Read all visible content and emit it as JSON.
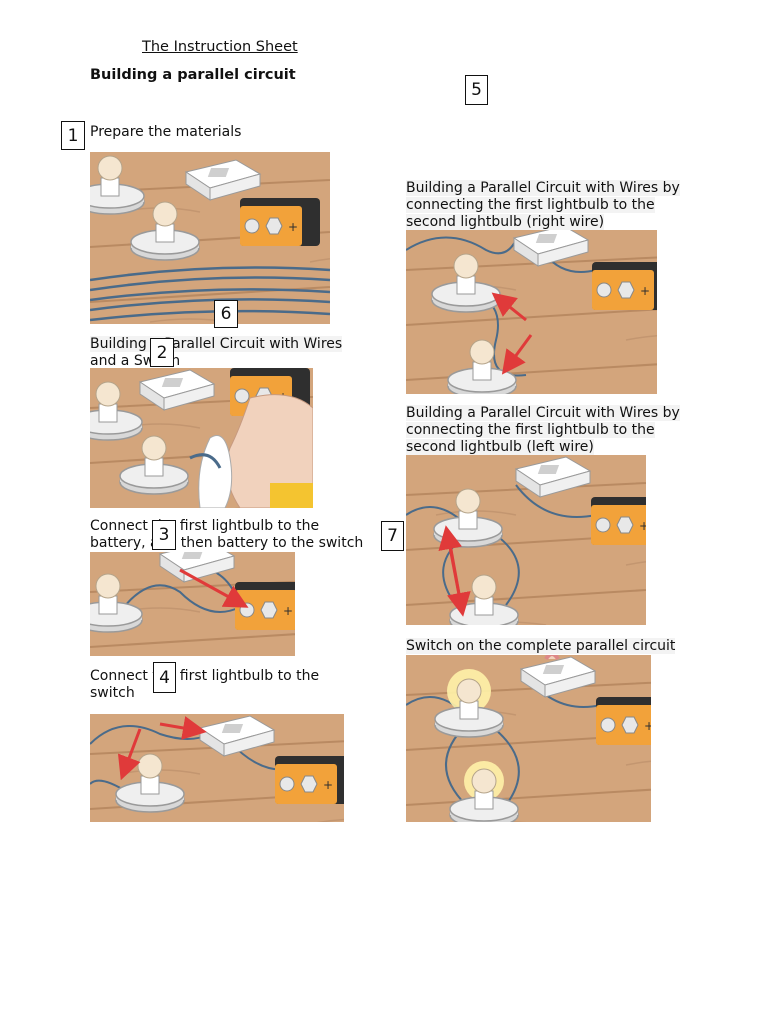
{
  "header": {
    "title": "The Instruction Sheet",
    "subtitle": "Building a parallel circuit"
  },
  "badges": [
    "1",
    "2",
    "3",
    "4",
    "5",
    "6",
    "7"
  ],
  "steps": {
    "s1": {
      "caption": "Prepare the materials"
    },
    "s2": {
      "line1": "Building a Parallel Circuit with Wires",
      "line2": "and a Switch"
    },
    "s3": {
      "line1": "Connect the first lightbulb to the",
      "line2": "battery, and then battery to the switch"
    },
    "s4": {
      "line1": "Connect the first lightbulb to the",
      "line2": "switch"
    },
    "s5": {
      "line1": "Building a Parallel Circuit with Wires by",
      "line2": "connecting the first lightbulb to the",
      "line3": "second lightbulb (right wire)"
    },
    "s6": {
      "line1": "Building a Parallel Circuit with Wires by",
      "line2": "connecting the first lightbulb to the",
      "line3": "second lightbulb (left wire)"
    },
    "s7": {
      "caption": "Switch on the complete parallel circuit"
    }
  },
  "colors": {
    "wood": "#d3a57c",
    "wood_line": "#b98a62",
    "wire": "#4a6b8a",
    "battery_orange": "#f2a23a",
    "battery_dark": "#2f2f2f",
    "arrow_red": "#e03a3a",
    "bulb_glow": "#fff2a8"
  },
  "illustrations": [
    "materials-illustration",
    "wire-switch-illustration",
    "bulb-battery-illustration",
    "bulb-switch-illustration",
    "right-wire-illustration",
    "left-wire-illustration",
    "complete-circuit-illustration"
  ]
}
